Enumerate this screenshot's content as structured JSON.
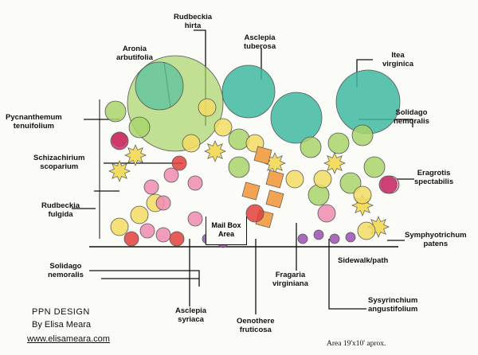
{
  "labels": {
    "rudbeckia_hirta": [
      "Rudbeckia",
      "hirta"
    ],
    "aronia": [
      "Aronia",
      "arbutifolia"
    ],
    "asclepia_tuberosa": [
      "Asclepia",
      "tuberosa"
    ],
    "itea": [
      "Itea",
      "virginica"
    ],
    "pycnanthemum": [
      "Pycnanthemum",
      "tenuifolium"
    ],
    "solidago_top": [
      "Solidago",
      "nemoralis"
    ],
    "schizachirium": [
      "Schizachirium",
      "scoparium"
    ],
    "eragrotis": [
      "Eragrotis",
      "spectabilis"
    ],
    "rudbeckia_fulgida": [
      "Rudbeckia",
      "fulgida"
    ],
    "symphyotrichum": [
      "Symphyotrichum",
      "patens"
    ],
    "sidewalk": "Sidewalk/path",
    "solidago_bottom": [
      "Solidago",
      "nemoralis"
    ],
    "fragaria": [
      "Fragaria",
      "virginiana"
    ],
    "sysyrinchium": [
      "Sysyrinchium",
      "angustifolium"
    ],
    "asclepia_syriaca": [
      "Asclepia",
      "syriaca"
    ],
    "oenothere": [
      "Oenothere",
      "fruticosa"
    ],
    "mailbox": [
      "Mail Box",
      "Area"
    ]
  },
  "footer": {
    "title": "PPN DESIGN",
    "author": "By Elisa Meara",
    "website": "www.elisameara.com",
    "area": "Area 19'x10' aprox."
  },
  "colors": {
    "teal": "#3fb8a2",
    "green": "#a8d46a",
    "yellow": "#f3dc63",
    "orange": "#f3a453",
    "red": "#e2403c",
    "magenta": "#c8336b",
    "pink": "#ee8bb0",
    "purple": "#9a4fb3"
  }
}
